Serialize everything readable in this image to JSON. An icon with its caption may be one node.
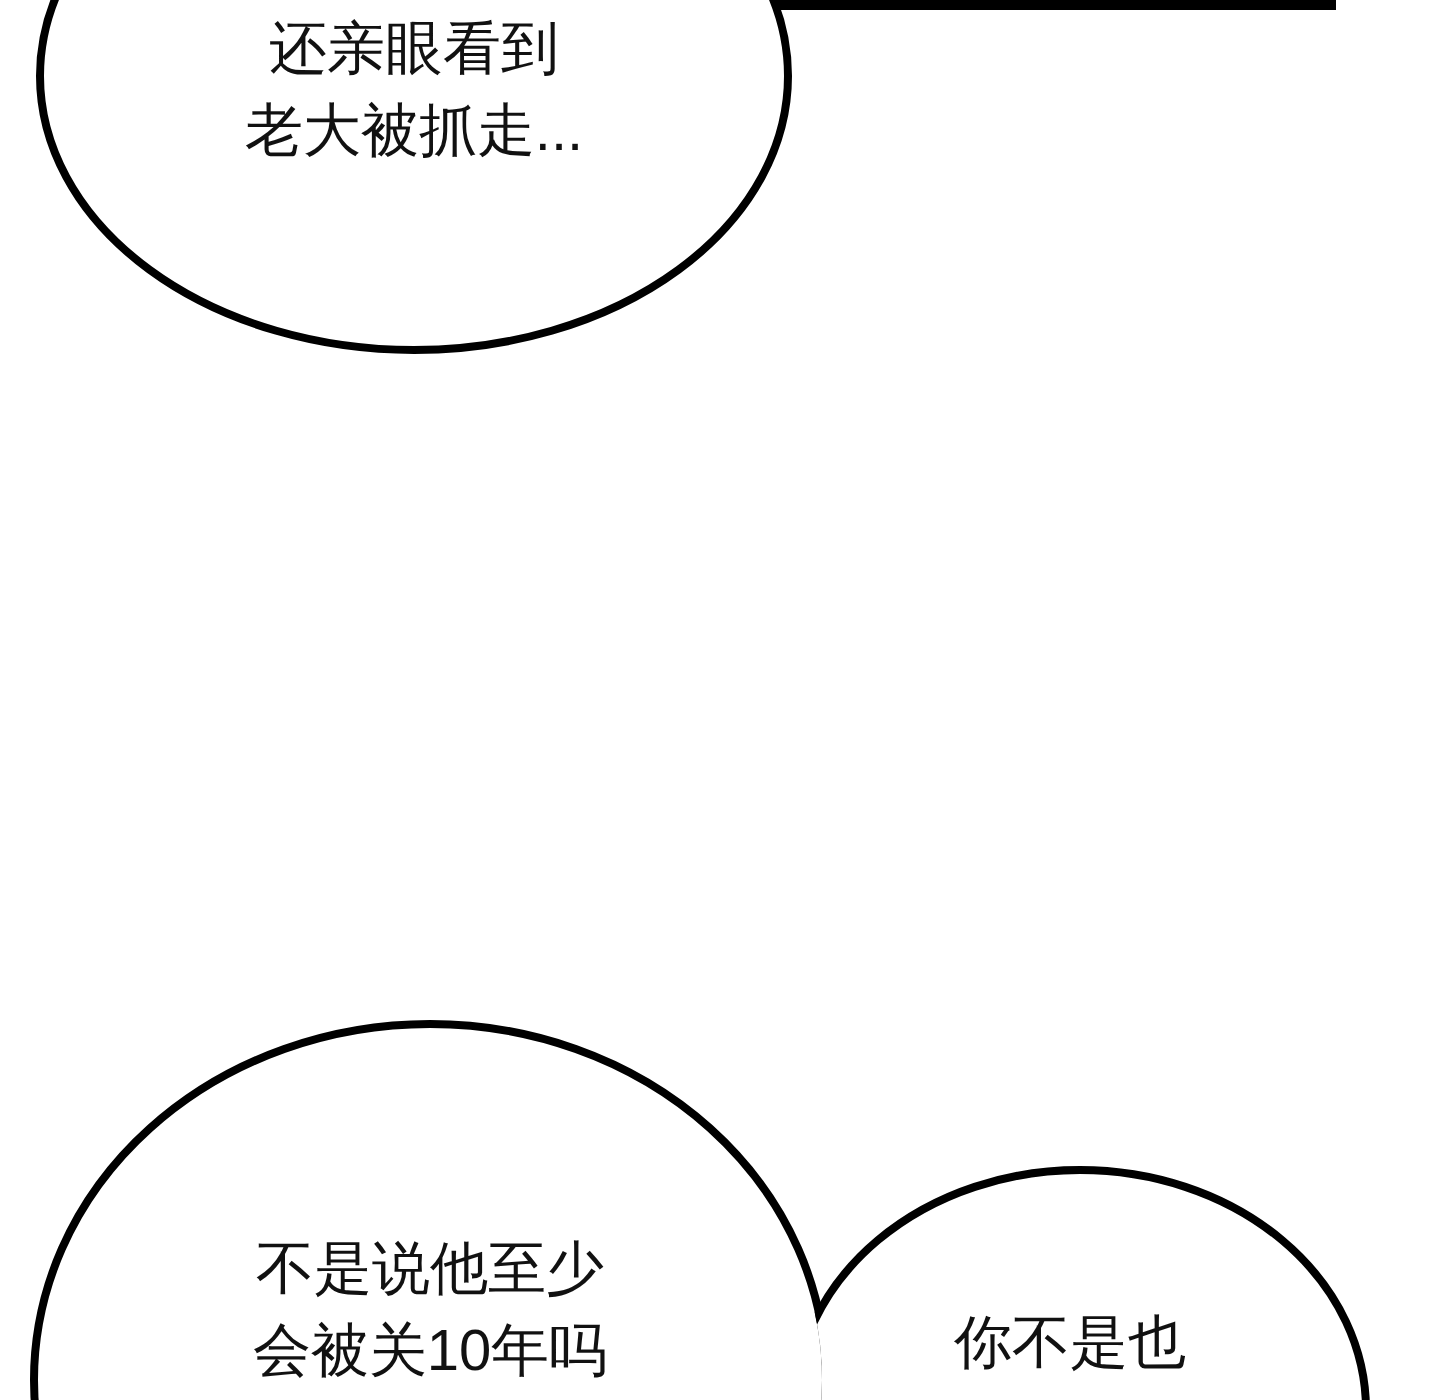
{
  "diagram": {
    "nodes": [
      {
        "text": [
          "还亲眼看到老大被抓走..."
        ]
      },
      {
        "text": [
          "不是说他至少会被关10年吗"
        ]
      },
      {
        "text": [
          "你不是也"
        ]
      }
    ]
  }
}
